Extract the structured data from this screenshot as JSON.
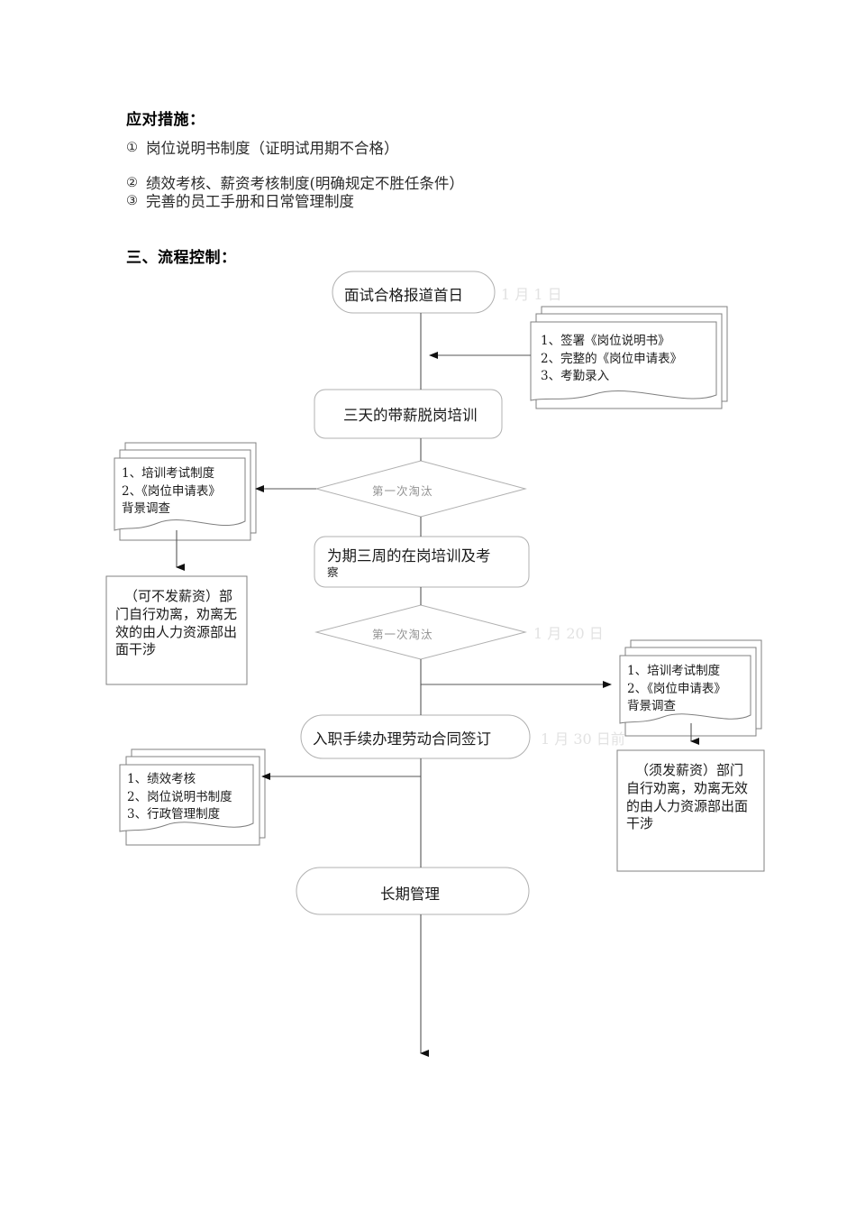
{
  "document": {
    "heading_measures": "应对措施：",
    "measures": [
      {
        "marker": "①",
        "text": "岗位说明书制度（证明试用期不合格）"
      },
      {
        "marker": "②",
        "text": "绩效考核、薪资考核制度(明确规定不胜任条件）"
      },
      {
        "marker": "③",
        "text": "完善的员工手册和日常管理制度"
      }
    ],
    "heading_section": "三、流程控制："
  },
  "flowchart": {
    "nodes": {
      "start": "面试合格报道首日",
      "training3d": "三天的带薪脱岗培训",
      "decision1": "第一次淘汰",
      "onjob": "为期三周的在岗培训及考",
      "onjob_tail": "察",
      "decision2": "第一次淘汰",
      "onboard": "入职手续办理劳动合同签订",
      "longterm": "长期管理"
    },
    "dates": {
      "d1": "1 月 1 日",
      "d2": "1 月 20 日",
      "d3": "1 月 30 日前"
    },
    "notes": {
      "note_top_right": "1、签署《岗位说明书》\n2、完整的《岗位申请表》\n3、考勤录入",
      "note_left_mid": "1、培训考试制度\n2、《岗位申请表》\n背景调查",
      "note_right_mid": "1、培训考试制度\n2、《岗位申请表》\n背景调查",
      "note_left_bottom": "1、绩效考核\n2、岗位说明书制度\n3、行政管理制度"
    },
    "boxes": {
      "box_left": "（可不发薪资）部门自行劝离，劝离无效的由人力资源部出面干涉",
      "box_right": "（须发薪资）部门自行劝离，劝离无效的由人力资源部出面干涉"
    },
    "colors": {
      "shape_stroke": "#b0b0b0",
      "box_stroke": "#808080",
      "arrow": "#555555",
      "date_text": "#e2e2e2",
      "body_text": "#1a1a1a"
    }
  }
}
